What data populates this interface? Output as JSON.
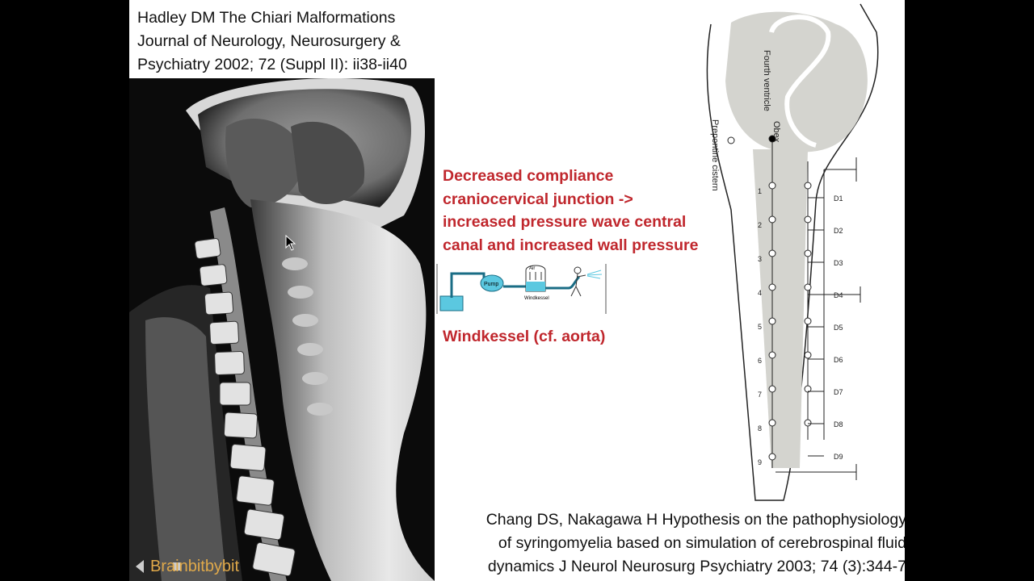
{
  "citation_top": {
    "line1": "Hadley DM The Chiari Malformations",
    "line2": "Journal of Neurology, Neurosurgery &",
    "line3": "Psychiatry 2002; 72 (Suppl II): ii38-ii40"
  },
  "claim": {
    "line1": "Decreased compliance",
    "line2": "craniocervical junction ->",
    "line3": "increased pressure wave central",
    "line4": "canal and increased wall pressure"
  },
  "windkessel": {
    "caption": "Windkessel (cf. aorta)",
    "pump_label": "Pump",
    "air_label": "Air",
    "chamber_label": "Windkessel"
  },
  "circuit": {
    "fourth_ventricle": "Fourth ventricle",
    "obex": "Obex",
    "cistern": "Prepontine cistern",
    "segments": [
      "1",
      "2",
      "3",
      "4",
      "5",
      "6",
      "7",
      "8",
      "9"
    ],
    "d_labels": [
      "D1",
      "D2",
      "D3",
      "D4",
      "D5",
      "D6",
      "D7",
      "D8",
      "D9"
    ]
  },
  "citation_bottom": {
    "line1": "Chang DS, Nakagawa H Hypothesis on the pathophysiology",
    "line2": "of syringomyelia based on simulation of cerebrospinal fluid",
    "line3": "dynamics J Neurol Neurosurg Psychiatry 2003; 74 (3):344-7"
  },
  "watermark": "Brainbitbybit",
  "colors": {
    "accent_red": "#c0272d",
    "diagram_blue": "#5bc8e0",
    "tissue_gray": "#d4d4cf"
  }
}
